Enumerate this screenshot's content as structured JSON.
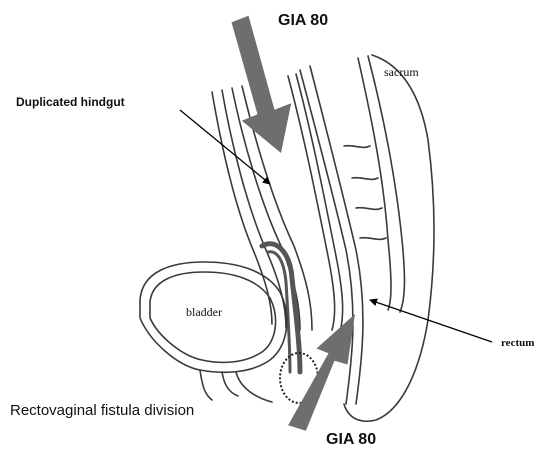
{
  "labels": {
    "gia_top": "GIA 80",
    "gia_bottom": "GIA 80",
    "sacrum": "sacrum",
    "duplicated_hindgut": "Duplicated hindgut",
    "bladder": "bladder",
    "rectum": "rectum",
    "fistula": "Rectovaginal fistula division"
  },
  "colors": {
    "stapler_arrow": "#6e6e6e",
    "anatomy_line": "#3a3a3a",
    "vagina_wall": "#555555",
    "pointer_line": "#000000"
  }
}
